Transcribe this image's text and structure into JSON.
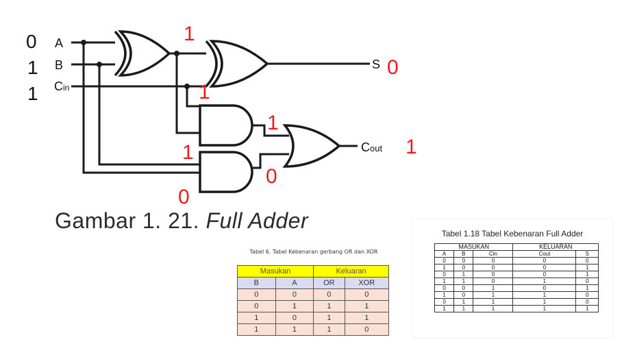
{
  "labels": {
    "a": "A",
    "b": "B",
    "cin_main": "C",
    "cin_sub": "in",
    "s": "S",
    "cout_main": "C",
    "cout_sub": "out"
  },
  "values": {
    "a": "0",
    "b": "1",
    "cin": "1",
    "xor1_out": "1",
    "xor2_in": "1",
    "s": "0",
    "and1_out": "1",
    "and2_in": "1",
    "and2_out": "0",
    "and2_in_b": "0",
    "cout": "1"
  },
  "caption": {
    "prefix": "Gambar 1. 21. ",
    "italic": "Full Adder"
  },
  "table6": {
    "title": "Tabel 6. Tabel Kebenaran gerbang OR dan XOR",
    "group_headers": [
      "Masukan",
      "Keluaran"
    ],
    "headers": [
      "B",
      "A",
      "OR",
      "XOR"
    ],
    "rows": [
      [
        "0",
        "0",
        "0",
        "0"
      ],
      [
        "0",
        "1",
        "1",
        "1"
      ],
      [
        "1",
        "0",
        "1",
        "1"
      ],
      [
        "1",
        "1",
        "1",
        "0"
      ]
    ]
  },
  "table118": {
    "title": "Tabel 1.18 Tabel Kebenaran Full Adder",
    "group_headers": [
      "MASUKAN",
      "KELUARAN"
    ],
    "headers": [
      "A",
      "B",
      "Cin",
      "Cout",
      "S"
    ],
    "rows": [
      [
        "0",
        "0",
        "0",
        "0",
        "0"
      ],
      [
        "1",
        "0",
        "0",
        "0",
        "1"
      ],
      [
        "0",
        "1",
        "0",
        "0",
        "1"
      ],
      [
        "1",
        "1",
        "0",
        "1",
        "0"
      ],
      [
        "0",
        "0",
        "1",
        "0",
        "1"
      ],
      [
        "1",
        "0",
        "1",
        "1",
        "0"
      ],
      [
        "0",
        "1",
        "1",
        "1",
        "0"
      ],
      [
        "1",
        "1",
        "1",
        "1",
        "1"
      ]
    ]
  },
  "colors": {
    "annotation": "#ee1c1c",
    "yellow_header": "#ffff00",
    "blue_header": "#d9dcf0",
    "row_fill": "#fbe0d6"
  }
}
